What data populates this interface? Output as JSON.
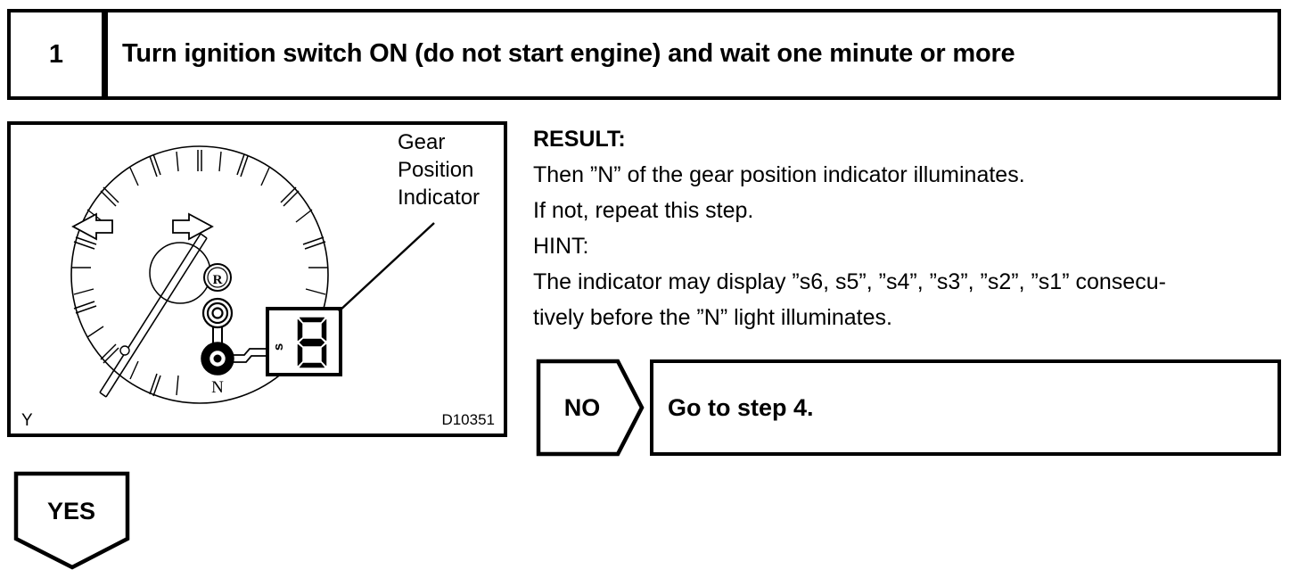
{
  "step": {
    "number": "1",
    "instruction": "Turn ignition switch ON (do not start engine) and wait one minute or more"
  },
  "illustration": {
    "callout_label_line1": "Gear",
    "callout_label_line2": "Position",
    "callout_label_line3": "Indicator",
    "corner_mark": "Y",
    "figure_id": "D10351",
    "gauge": {
      "neutral_label": "N",
      "reverse_symbol": "R",
      "display_digit": "8",
      "display_prefix": "s"
    }
  },
  "result": {
    "heading": "RESULT:",
    "line1": "Then ”N” of the gear position indicator illuminates.",
    "line2": "If not, repeat this step.",
    "hint_heading": "HINT:",
    "hint_line1": "The indicator may display ”s6, s5”, ”s4”, ”s3”, ”s2”, ”s1” consecu-",
    "hint_line2": "tively before the ”N” light illuminates."
  },
  "branches": {
    "no": {
      "label": "NO",
      "action": "Go to step 4."
    },
    "yes": {
      "label": "YES"
    }
  },
  "colors": {
    "ink": "#000000",
    "paper": "#ffffff"
  }
}
